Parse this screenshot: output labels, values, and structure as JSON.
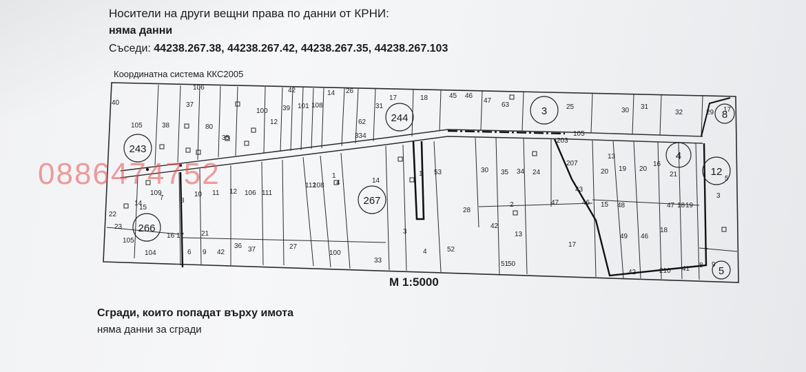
{
  "header": {
    "holders_label": "Носители на други вещни права по данни от КРНИ:",
    "holders_value": "няма данни",
    "neighbors_label": "Съседи:",
    "neighbors_value": "44238.267.38, 44238.267.42, 44238.267.35, 44238.267.103"
  },
  "map": {
    "coord_system": "Координатна система ККС2005",
    "scale": "М 1:5000",
    "blocks": [
      "243",
      "244",
      "3",
      "4",
      "12",
      "267",
      "266",
      "8",
      "5"
    ],
    "parcel_labels": [
      "106",
      "40",
      "105",
      "38",
      "37",
      "80",
      "42",
      "14",
      "26",
      "17",
      "18",
      "45",
      "46",
      "47",
      "63",
      "25",
      "30",
      "31",
      "32",
      "29",
      "17",
      "39",
      "101",
      "108",
      "31",
      "12",
      "100",
      "35",
      "62",
      "334",
      "105",
      "203",
      "207",
      "13",
      "20",
      "19",
      "20",
      "16",
      "21",
      "5",
      "14",
      "4",
      "1",
      "53",
      "30",
      "35",
      "34",
      "24",
      "43",
      "47",
      "46",
      "15",
      "48",
      "47",
      "18",
      "19",
      "10",
      "11",
      "12",
      "106",
      "111",
      "112",
      "108",
      "109",
      "7",
      "8",
      "22",
      "23",
      "105",
      "14",
      "15",
      "16",
      "17",
      "21",
      "27",
      "100",
      "104",
      "6",
      "9",
      "42",
      "36",
      "37",
      "33",
      "3",
      "4",
      "52",
      "28",
      "42",
      "13",
      "51",
      "50",
      "17",
      "49",
      "46",
      "18",
      "7",
      "8",
      "9",
      "210",
      "41",
      "42",
      "2",
      "3",
      "1",
      "1",
      "1",
      "1"
    ],
    "watermark": "0886474752"
  },
  "buildings": {
    "heading": "Сгради, които попадат върху имота",
    "value": "няма данни за сгради"
  }
}
